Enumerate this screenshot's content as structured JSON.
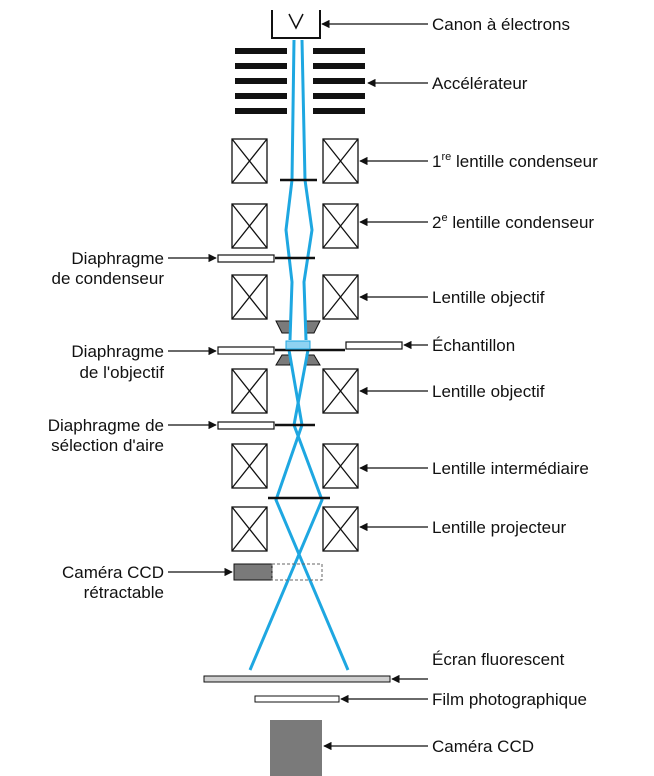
{
  "colors": {
    "beam": "#1ea7e1",
    "gray": "#7a7a7a",
    "line": "#111111"
  },
  "labels": {
    "canon": "Canon à électrons",
    "accelerateur": "Accélérateur",
    "cond1_prefix": "1",
    "cond1_sup": "re",
    "cond1_rest": " lentille condenseur",
    "cond2_prefix": "2",
    "cond2_sup": "e",
    "cond2_rest": " lentille condenseur",
    "diaph_cond_1": "Diaphragme",
    "diaph_cond_2": "de condenseur",
    "objectif_upper": "Lentille objectif",
    "echantillon": "Échantillon",
    "diaph_obj_1": "Diaphragme",
    "diaph_obj_2": "de l'objectif",
    "objectif_lower": "Lentille objectif",
    "diaph_sel_1": "Diaphragme de",
    "diaph_sel_2": "sélection d'aire",
    "intermediaire": "Lentille intermédiaire",
    "projecteur": "Lentille projecteur",
    "camera_retract_1": "Caméra CCD",
    "camera_retract_2": "rétractable",
    "ecran": "Écran fluorescent",
    "film": "Film photographique",
    "camera_ccd": "Caméra CCD"
  }
}
